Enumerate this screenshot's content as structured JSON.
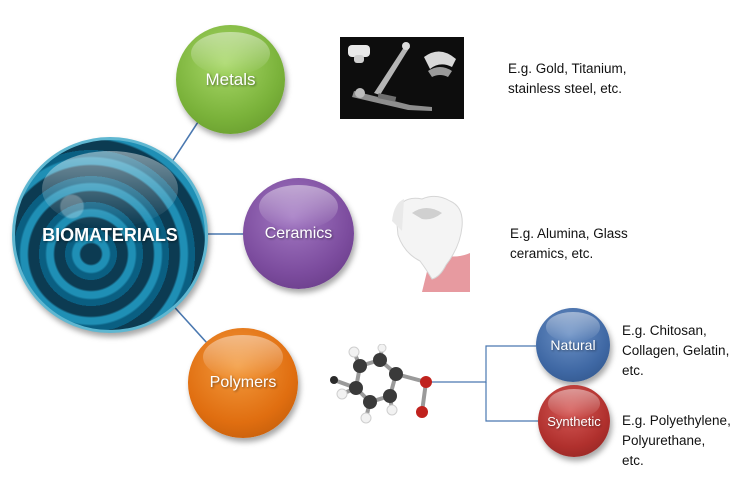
{
  "center": {
    "label": "BIOMATERIALS"
  },
  "categories": [
    {
      "id": "metals",
      "label": "Metals",
      "color": "#7ab23a",
      "example": "E.g. Gold, Titanium,\nstainless steel, etc.",
      "image_icon": "orthopedic-implants-icon"
    },
    {
      "id": "ceramics",
      "label": "Ceramics",
      "color": "#7c4c9e",
      "example": "E.g. Alumina, Glass\nceramics, etc.",
      "image_icon": "tooth-crown-icon"
    },
    {
      "id": "polymers",
      "label": "Polymers",
      "color": "#e06e10",
      "image_icon": "molecule-model-icon"
    }
  ],
  "polymer_types": [
    {
      "id": "natural",
      "label": "Natural",
      "color": "#3f68a4",
      "example": "E.g. Chitosan,\nCollagen, Gelatin,\netc."
    },
    {
      "id": "synthetic",
      "label": "Synthetic",
      "color": "#b0302d",
      "example": "E.g. Polyethylene,\nPolyurethane,\netc."
    }
  ]
}
